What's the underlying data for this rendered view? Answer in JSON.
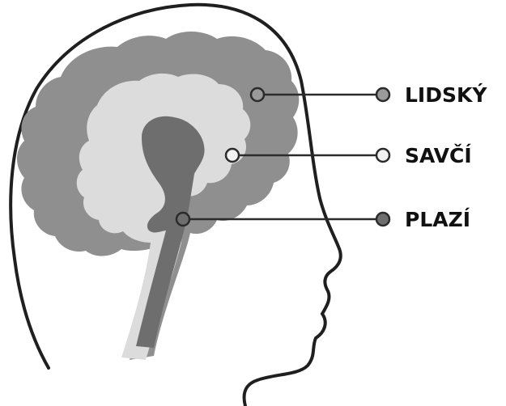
{
  "labels": {
    "human": "LIDSKÝ",
    "mammal": "SAVČÍ",
    "reptile": "PLAZÍ"
  },
  "colors": {
    "background": "#ffffff",
    "outline": "#1f1f1f",
    "cortex": "#8f8f8f",
    "limbic": "#dcdcdc",
    "brainstem": "#6e6e6e",
    "connector": "#2b2b2b",
    "dot_human": "#9a9a9a",
    "dot_mammal": "#f2f2f2",
    "dot_reptile": "#6e6e6e"
  }
}
